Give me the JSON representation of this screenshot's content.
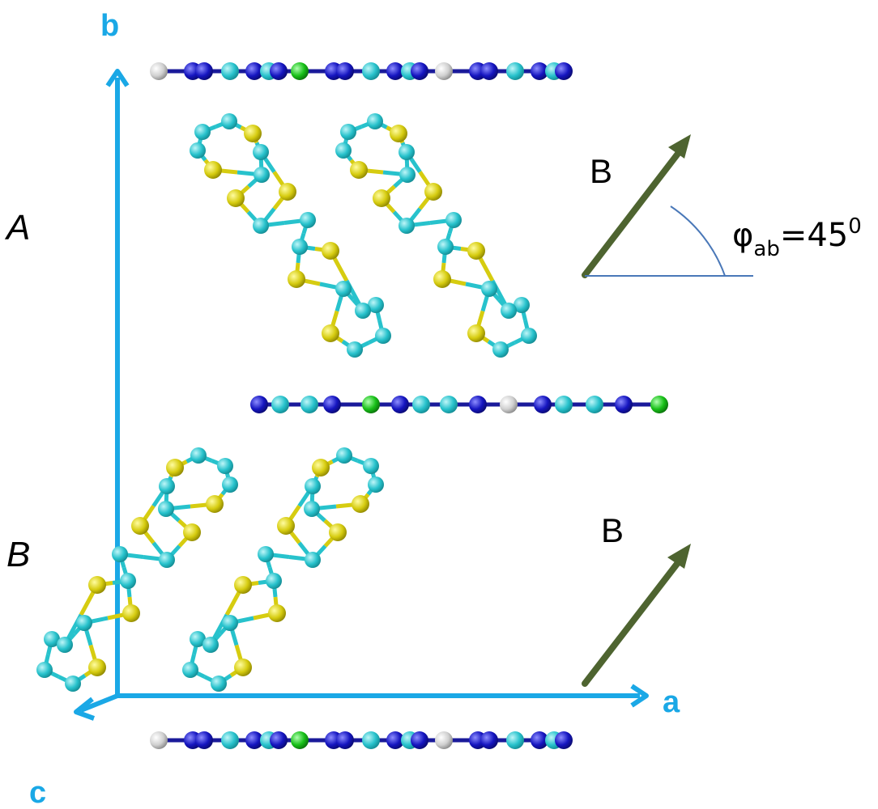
{
  "axes": {
    "b": "b",
    "a": "a",
    "c": "c"
  },
  "layers": {
    "top": "A",
    "bottom": "B"
  },
  "vectors": {
    "upper": "B",
    "lower": "B"
  },
  "angle": {
    "symbol": "φ",
    "subscript": "ab",
    "value": "=45",
    "superscript": "0"
  },
  "colors": {
    "axis": "#1aa8e6",
    "vector": "#4e6430",
    "arc": "#4a78b8",
    "carbon": "#27c2cc",
    "sulfur": "#d6cc10",
    "nitrogen": "#1515c0",
    "chlorine": "#18c018",
    "hydrogen": "#d0d0d0"
  }
}
